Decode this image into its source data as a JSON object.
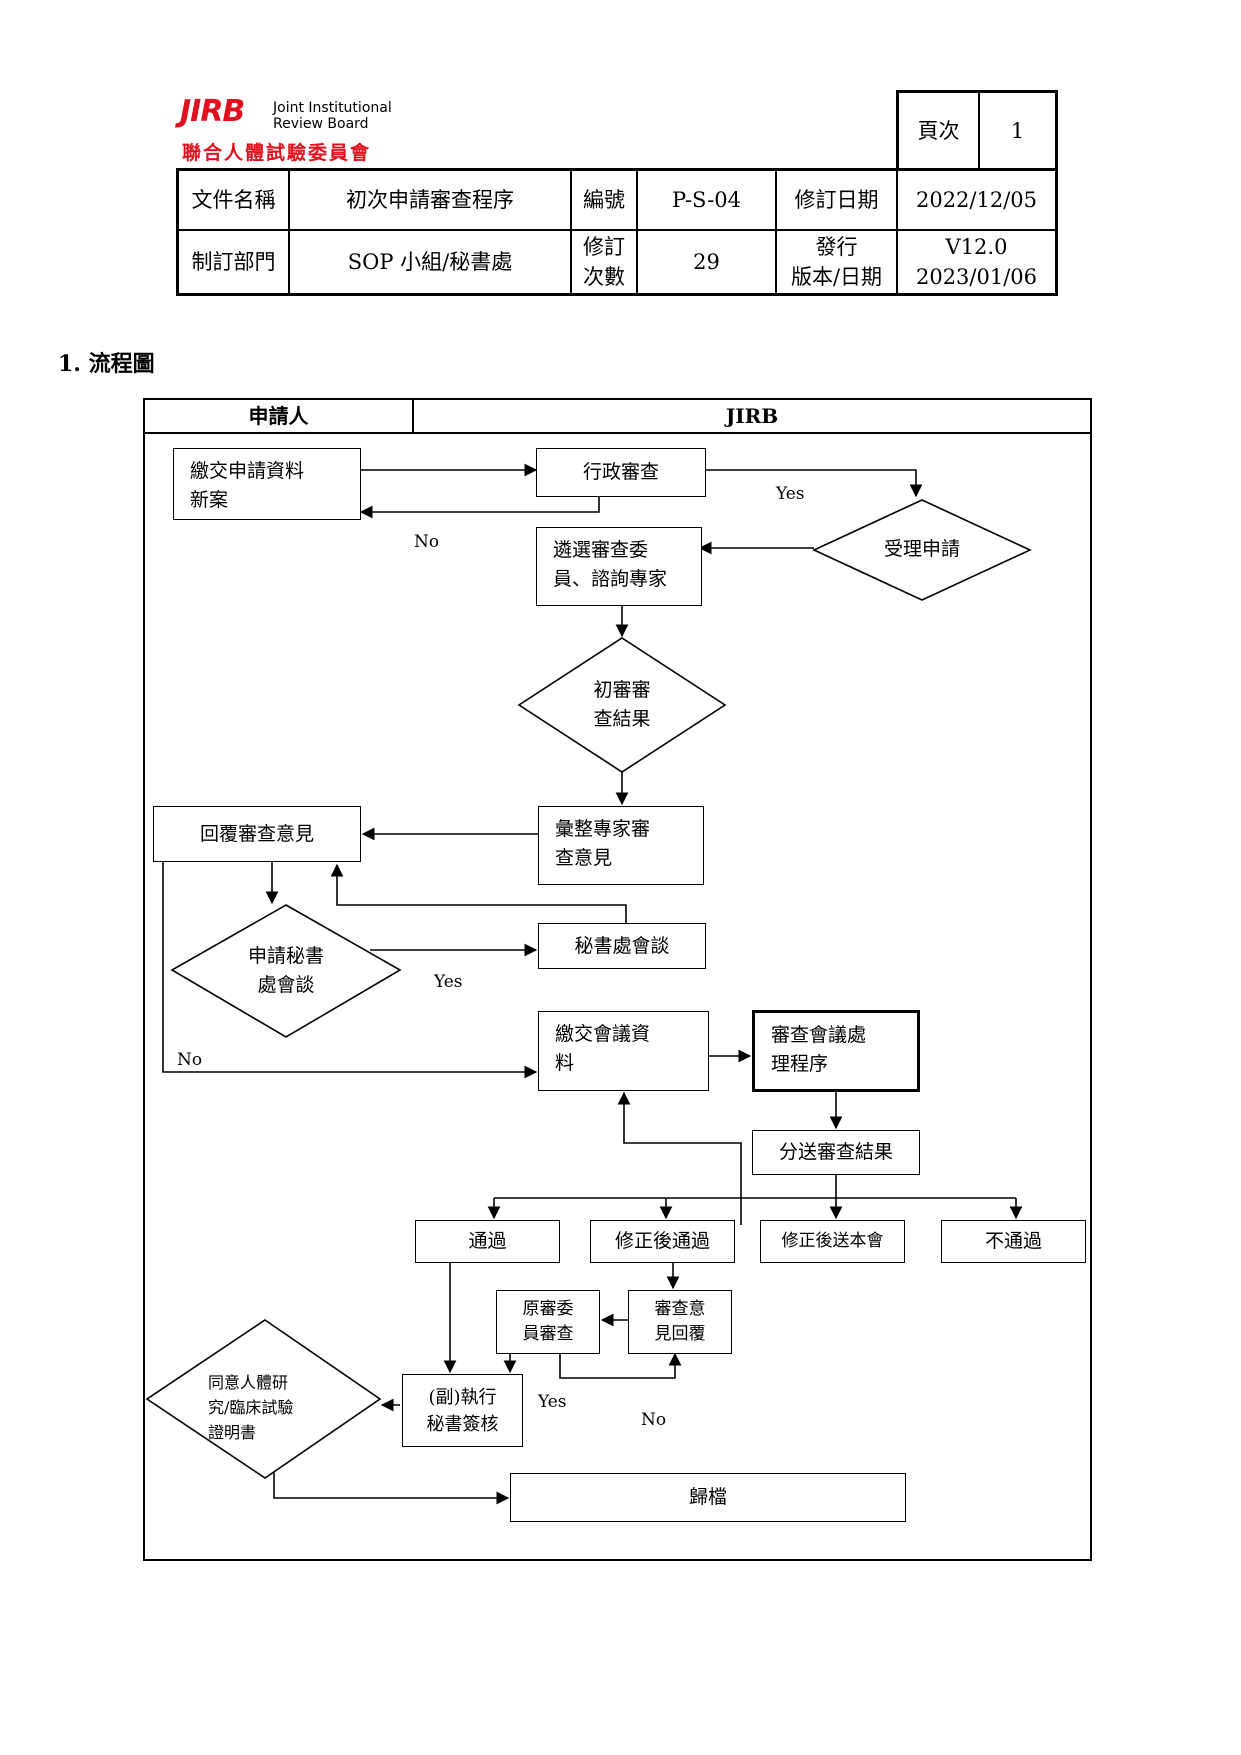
{
  "logo": {
    "mark": "JIRB",
    "english_line1": "Joint Institutional",
    "english_line2": "Review Board",
    "chinese": "聯合人體試驗委員會",
    "color": "#e0101e"
  },
  "header": {
    "page_label": "頁次",
    "page_value": "1",
    "doc_name_label": "文件名稱",
    "doc_name_value": "初次申請審查程序",
    "code_label": "編號",
    "code_value": "P-S-04",
    "revise_date_label": "修訂日期",
    "revise_date_value": "2022/12/05",
    "dept_label": "制訂部門",
    "dept_value": "SOP 小組/秘書處",
    "revision_count_label_1": "修訂",
    "revision_count_label_2": "次數",
    "revision_count_value": "29",
    "release_label_1": "發行",
    "release_label_2": "版本/日期",
    "release_version": "V12.0",
    "release_date": "2023/01/06"
  },
  "section": {
    "title": "1. 流程圖"
  },
  "flowchart": {
    "lane_applicant": "申請人",
    "lane_jirb": "JIRB",
    "submit_new_1": "繳交申請資料",
    "submit_new_2": "新案",
    "admin_review": "行政審查",
    "accept_application": "受理申請",
    "select_reviewers_1": "遴選審查委",
    "select_reviewers_2": "員、諮詢專家",
    "initial_result_1": "初審審",
    "initial_result_2": "查結果",
    "compile_opinions_1": "彙整專家審",
    "compile_opinions_2": "查意見",
    "reply_opinions": "回覆審查意見",
    "request_meeting_1": "申請秘書",
    "request_meeting_2": "處會談",
    "secretariat_meeting": "秘書處會談",
    "submit_meeting_1": "繳交會議資",
    "submit_meeting_2": "料",
    "meeting_process_1": "審查會議處",
    "meeting_process_2": "理程序",
    "distribute_results": "分送審查結果",
    "approved": "通過",
    "approved_after_revision": "修正後通過",
    "resubmit_after_revision": "修正後送本會",
    "not_approved": "不通過",
    "original_reviewer_1": "原審委",
    "original_reviewer_2": "員審查",
    "opinion_reply_1": "審查意",
    "opinion_reply_2": "見回覆",
    "consent_1": "同意人體研",
    "consent_2": "究/臨床試驗",
    "consent_3": "證明書",
    "exec_sign_1": "(副)執行",
    "exec_sign_2": "秘書簽核",
    "archive": "歸檔",
    "yes": "Yes",
    "no": "No"
  }
}
